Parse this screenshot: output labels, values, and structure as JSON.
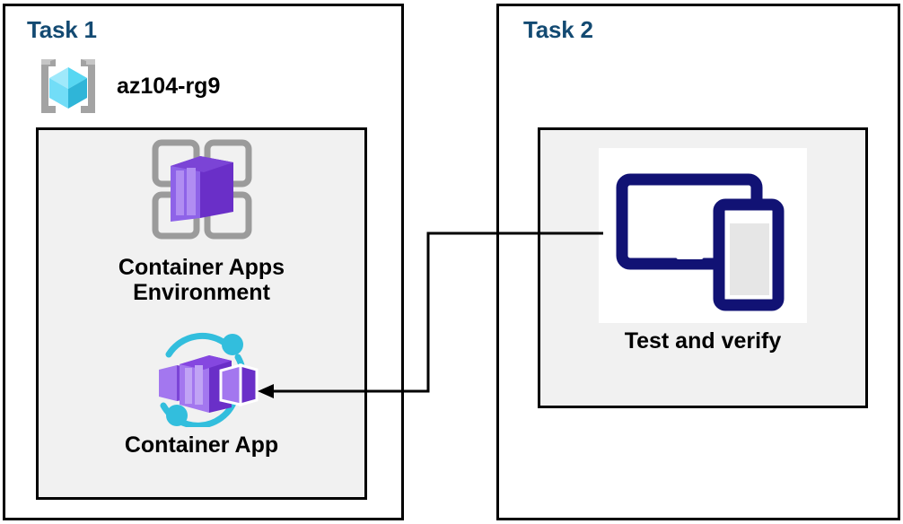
{
  "diagram": {
    "title_color": "#134a72",
    "panel_border_color": "#000000",
    "inner_fill": "#f1f1f1",
    "connector_color": "#000000"
  },
  "tasks": [
    {
      "id": "task1",
      "label": "Task 1",
      "resource_group": {
        "name": "az104-rg9",
        "icon": "azure-resource-group-icon"
      },
      "resources": [
        {
          "id": "container-apps-environment",
          "label": "Container Apps\nEnvironment",
          "icon": "container-apps-environment-icon"
        },
        {
          "id": "container-app",
          "label": "Container App",
          "icon": "container-app-icon"
        }
      ]
    },
    {
      "id": "task2",
      "label": "Task 2",
      "resources": [
        {
          "id": "test-and-verify",
          "label": "Test and verify",
          "icon": "devices-test-icon"
        }
      ]
    }
  ],
  "connector": {
    "name": "test-to-container-app-arrow",
    "from": "test-and-verify",
    "to": "container-app",
    "direction": "right-to-left",
    "arrowhead": "left"
  },
  "colors": {
    "azure_cube_light": "#9fe9fb",
    "azure_cube_mid": "#49d3f2",
    "azure_cube_dark": "#2bb3d6",
    "bracket_gray": "#a3a3a3",
    "purple_light": "#9a69e8",
    "purple_mid": "#8547e0",
    "purple_dark": "#6b2fc4",
    "cyan_accent": "#32bedd",
    "navy_device": "#111274"
  }
}
